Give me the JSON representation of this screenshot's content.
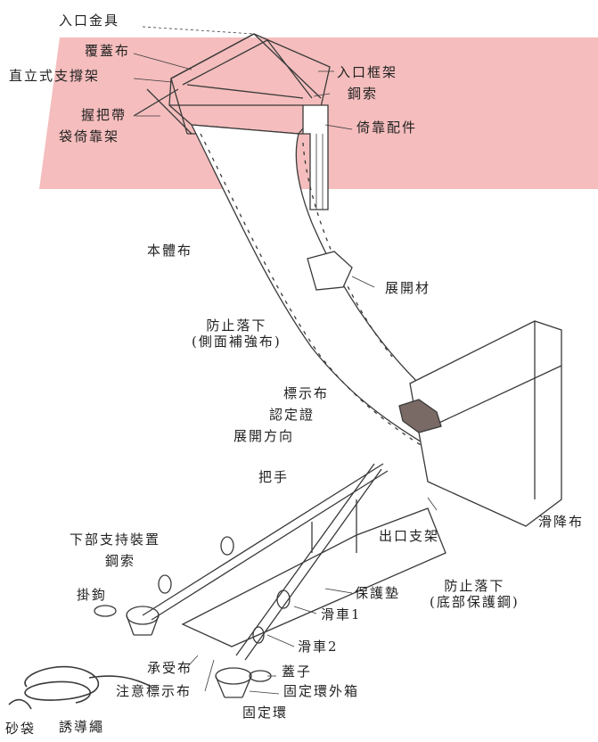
{
  "highlight_color": "#f4b9b9",
  "line_color": "#3a3a3a",
  "labels": {
    "entrance_fitting": "入口金具",
    "cover_cloth": "覆蓋布",
    "upright_frame": "直立式支撐架",
    "grip_belt": "握把帶",
    "bag_rest_frame": "袋倚靠架",
    "entrance_frame": "入口框架",
    "steel_cable_top": "鋼索",
    "leaning_fitting": "倚靠配件",
    "body_cloth": "本體布",
    "deploy_material": "展開材",
    "fall_prevention_side_1": "防止落下",
    "fall_prevention_side_2": "(側面補強布)",
    "sign_cloth": "標示布",
    "certification": "認定證",
    "deploy_direction": "展開方向",
    "handle": "把手",
    "lower_support": "下部支持裝置",
    "steel_cable_lower": "鋼索",
    "hook": "掛鉤",
    "exit_frame": "出口支架",
    "slide_cloth": "滑降布",
    "protection_pad": "保護墊",
    "pulley_1": "滑車1",
    "fall_prevention_bottom_1": "防止落下",
    "fall_prevention_bottom_2": "(底部保護鋼)",
    "receiving_cloth": "承受布",
    "pulley_2": "滑車2",
    "lid": "蓋子",
    "caution_sign": "注意標示布",
    "ring_case": "固定環外箱",
    "fixing_ring": "固定環",
    "sandbag": "砂袋",
    "guide_rope": "誘導繩"
  }
}
